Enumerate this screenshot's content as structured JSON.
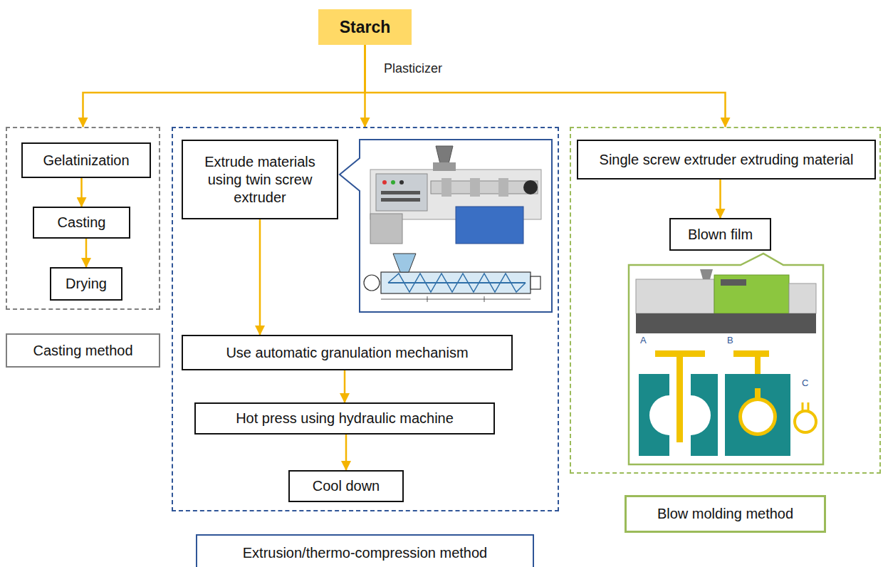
{
  "diagram": {
    "nodes": [
      {
        "text": [
          "Starch"
        ]
      },
      {
        "text": [
          "Casting method"
        ]
      },
      {
        "text": [
          "Gelatinization"
        ],
        "in": 1
      },
      {
        "text": [
          "Casting"
        ],
        "in": 1
      },
      {
        "text": [
          "Drying"
        ],
        "in": 1
      },
      {
        "text": [
          "Extrusion/thermo-compression method"
        ]
      },
      {
        "text": [
          "Extrude materials using twin screw extruder"
        ],
        "in": 5
      },
      {
        "text": [
          "Use automatic granulation mechanism"
        ],
        "in": 5
      },
      {
        "text": [
          "Hot press using hydraulic machine"
        ],
        "in": 5
      },
      {
        "text": [
          "Cool down"
        ],
        "in": 5
      },
      {
        "text": [
          "Blow molding method"
        ]
      },
      {
        "text": [
          "Single screw extruder extruding material"
        ],
        "in": 10
      },
      {
        "text": [
          "Blown film"
        ],
        "in": 10
      }
    ],
    "edges": [
      {
        "from": 0,
        "to": 1,
        "arrow": "to"
      },
      {
        "from": 0,
        "to": 5,
        "arrow": "to"
      },
      {
        "from": 0,
        "to": 10,
        "arrow": "to"
      },
      {
        "from": 2,
        "to": 3,
        "arrow": "to"
      },
      {
        "from": 3,
        "to": 4,
        "arrow": "to"
      },
      {
        "from": 6,
        "to": 7,
        "arrow": "to"
      },
      {
        "from": 7,
        "to": 8,
        "arrow": "to"
      },
      {
        "from": 8,
        "to": 9,
        "arrow": "to"
      },
      {
        "from": 11,
        "to": 12,
        "arrow": "to"
      }
    ],
    "labels": [
      "Plasticizer",
      "A",
      "B",
      "C"
    ]
  }
}
